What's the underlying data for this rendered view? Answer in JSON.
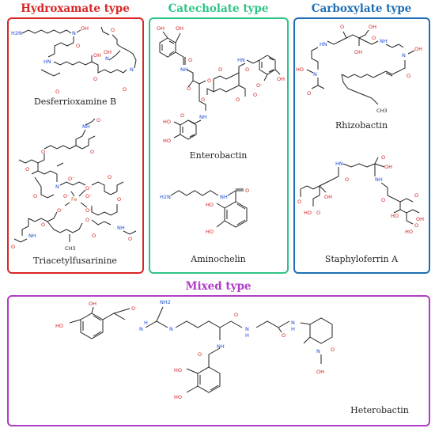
{
  "colors": {
    "hydroxamate": "#d92626",
    "catecholate": "#2fc487",
    "carboxylate": "#1f6fb5",
    "mixed": "#b03cc8"
  },
  "panels": {
    "hydroxamate": {
      "title": "Hydroxamate type",
      "compounds": [
        "Desferrioxamine B",
        "Triacetylfusarinine"
      ]
    },
    "catecholate": {
      "title": "Catecholate type",
      "compounds": [
        "Enterobactin",
        "Aminochelin"
      ]
    },
    "carboxylate": {
      "title": "Carboxylate type",
      "compounds": [
        "Rhizobactin",
        "Staphyloferrin A"
      ]
    },
    "mixed": {
      "title": "Mixed type",
      "compounds": [
        "Heterobactin"
      ]
    }
  },
  "atoms": {
    "O": "O",
    "OH": "OH",
    "HO": "HO",
    "N": "N",
    "NH": "NH",
    "HN": "HN",
    "NH2": "NH2",
    "H2N": "H2N",
    "H": "H",
    "Fe": "Fe",
    "CH3": "CH3",
    "Ominus": "O⁻"
  }
}
